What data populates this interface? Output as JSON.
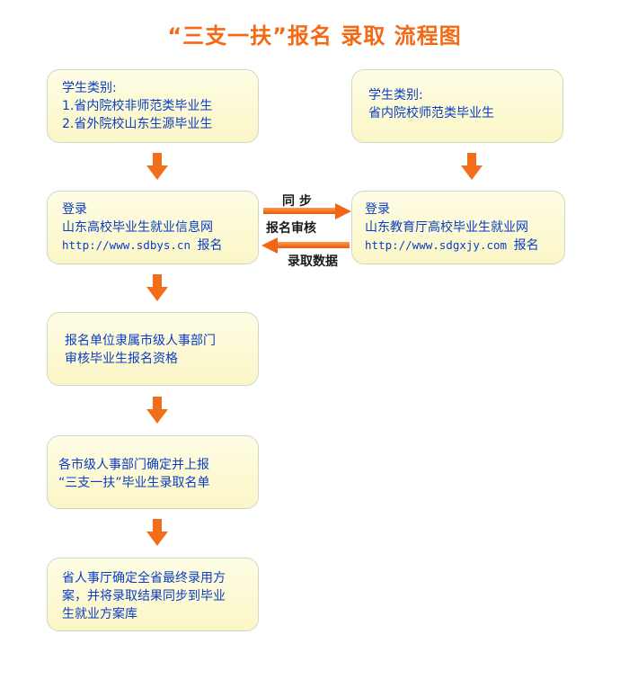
{
  "title": "“三支一扶”报名 录取 流程图",
  "boxes": {
    "left_1": [
      "学生类别:",
      "1.省内院校非师范类毕业生",
      "2.省外院校山东生源毕业生"
    ],
    "right_1": [
      "学生类别:",
      "省内院校师范类毕业生"
    ],
    "left_2": {
      "line1": "登录",
      "line2": "山东高校毕业生就业信息网",
      "url": "http://www.sdbys.cn",
      "suffix": "报名"
    },
    "right_2": {
      "line1": "登录",
      "line2": "山东教育厅高校毕业生就业网",
      "url": "http://www.sdgxjy.com",
      "suffix": "报名"
    },
    "left_3": [
      "报名单位隶属市级人事部门",
      "审核毕业生报名资格"
    ],
    "left_4": [
      "各市级人事部门确定并上报",
      "“三支一扶”毕业生录取名单"
    ],
    "left_5": [
      "省人事厅确定全省最终录用方",
      "案，并将录取结果同步到毕业",
      "生就业方案库"
    ]
  },
  "connectors": {
    "sync_label_1": "同 步",
    "sync_label_2": "报名审核",
    "return_label": "录取数据"
  },
  "colors": {
    "title": "#f26a14",
    "box_text": "#0a3dc4",
    "arrow": "#f26e1c",
    "box_fill": "#fdf9d4",
    "box_border": "#cfd7c7"
  }
}
